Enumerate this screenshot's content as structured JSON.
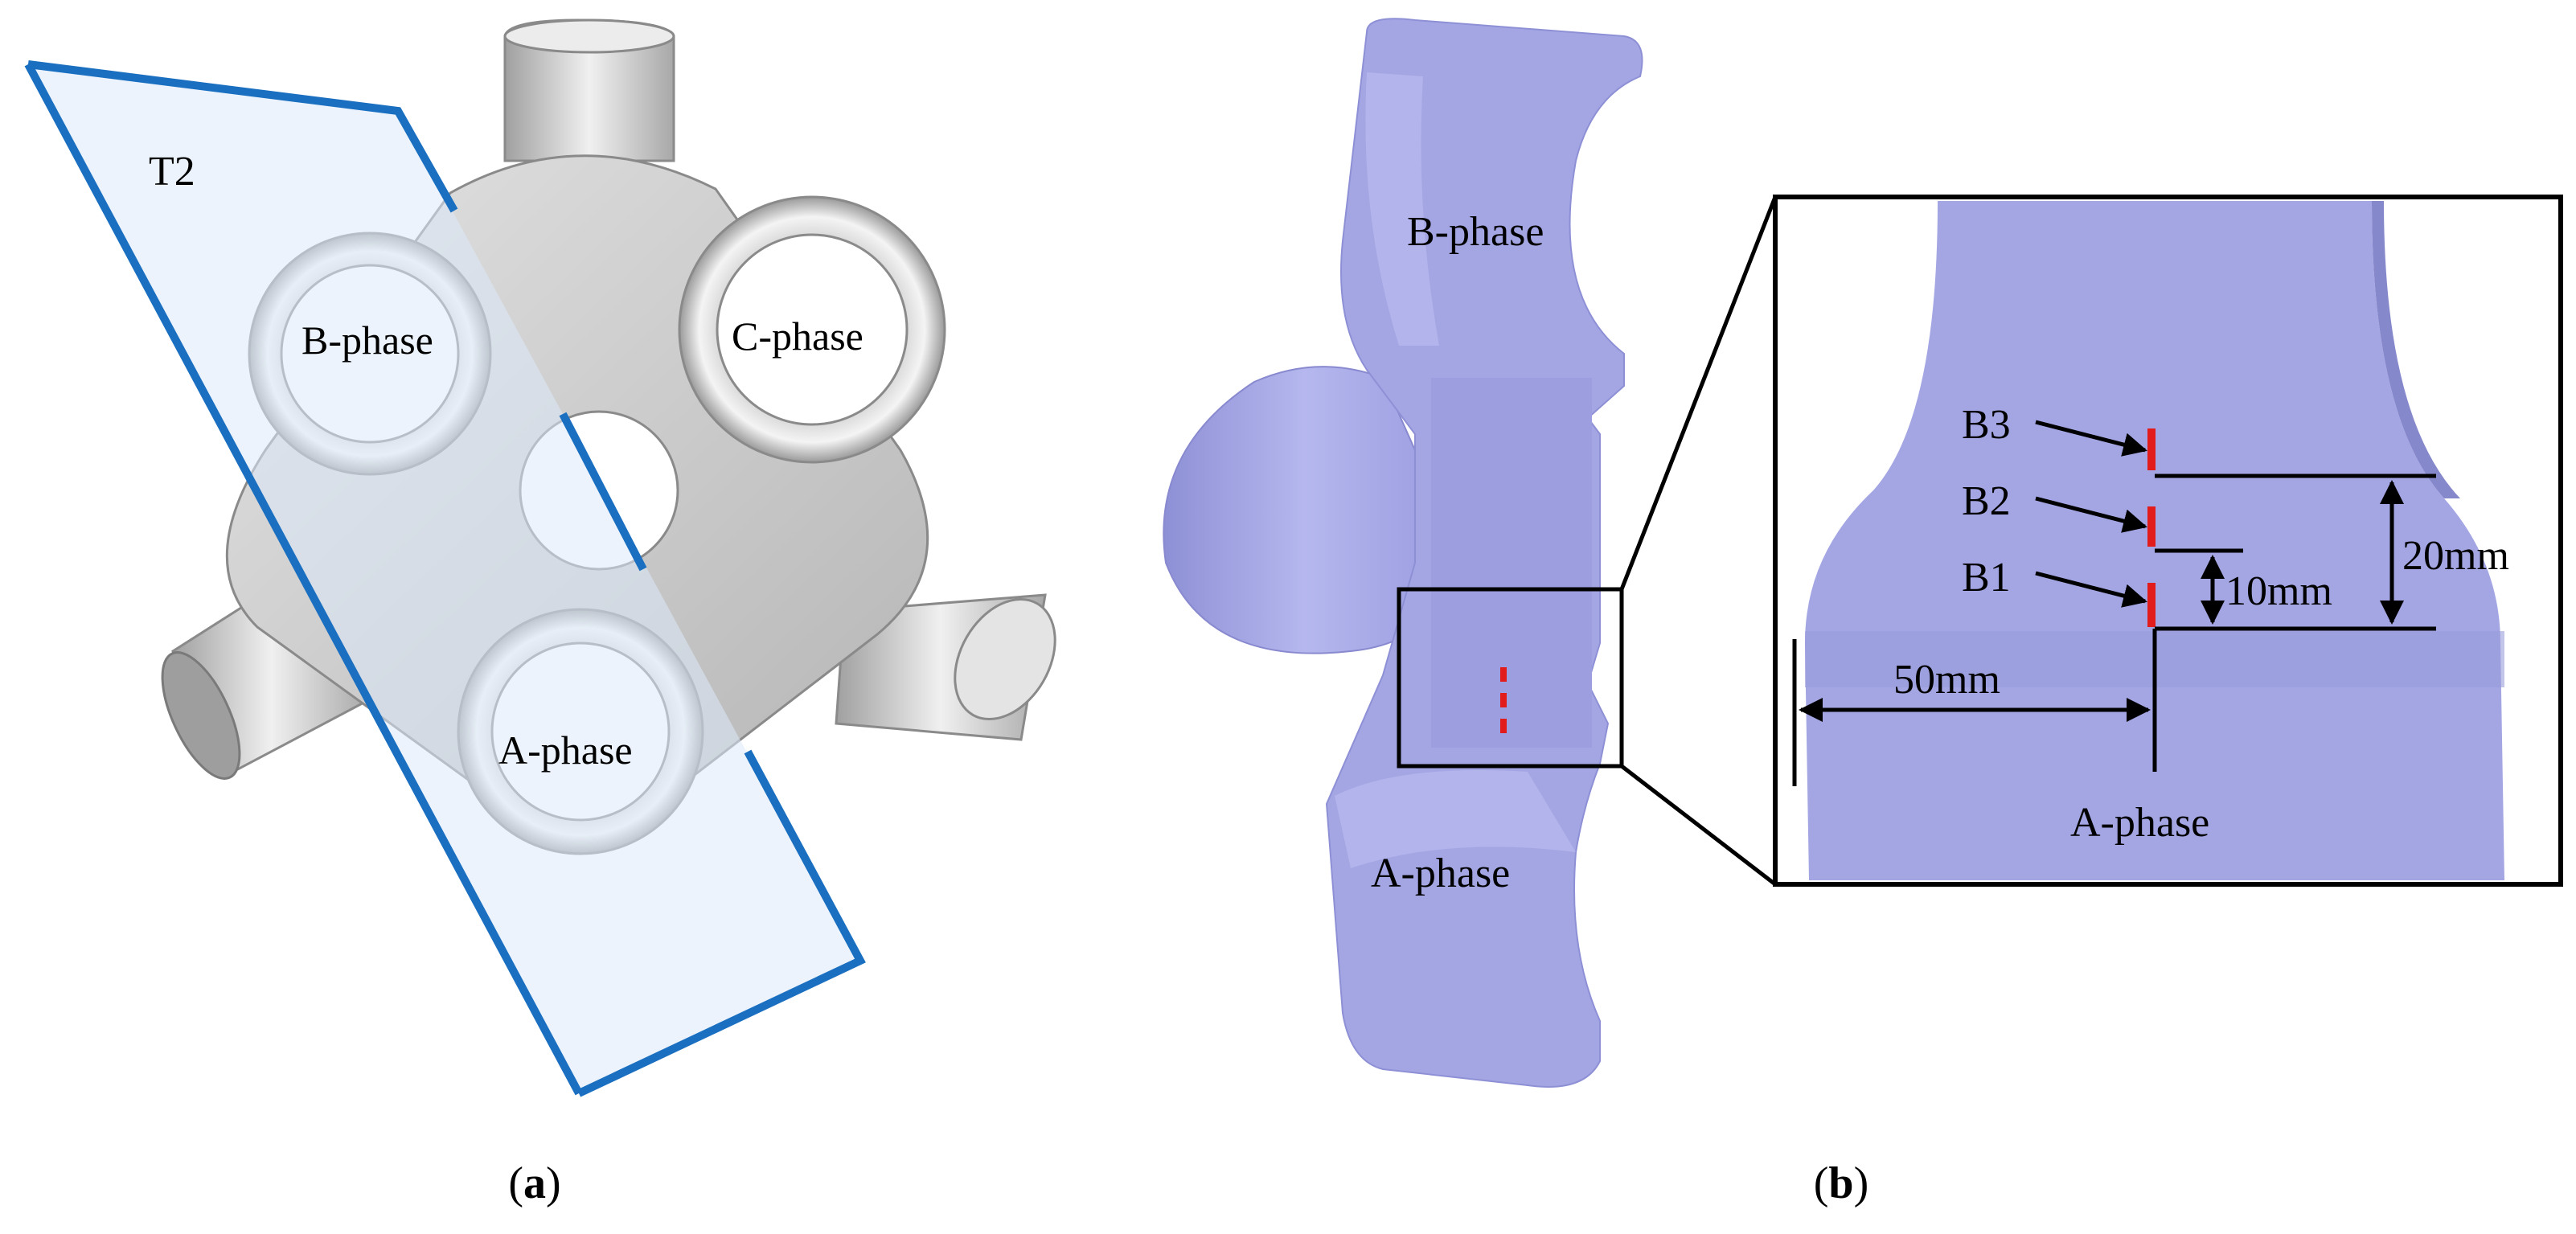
{
  "panel_a": {
    "plane_label": "T2",
    "phase_b": "B-phase",
    "phase_c": "C-phase",
    "phase_a": "A-phase",
    "caption": {
      "open": "(",
      "letter": "a",
      "close": ")"
    }
  },
  "panel_b": {
    "phase_b": "B-phase",
    "phase_a": "A-phase",
    "caption": {
      "open": "(",
      "letter": "b",
      "close": ")"
    }
  },
  "zoom_inset": {
    "probes": [
      "B3",
      "B2",
      "B1"
    ],
    "dim_20": "20mm",
    "dim_10": "10mm",
    "dim_50": "50mm",
    "phase_label": "A-phase"
  },
  "colors": {
    "plane_edge": "#1a6fc0",
    "plane_fill": "#dce9f9",
    "metal": "#c8c8c8",
    "section": "#a4a6e4",
    "probe": "#e21b1b"
  }
}
